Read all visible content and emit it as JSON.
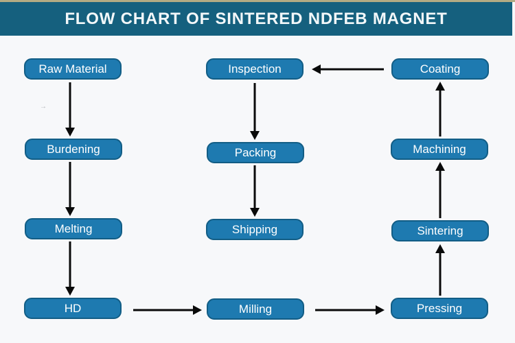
{
  "title": "FLOW CHART OF SINTERED NDFEB MAGNET",
  "colors": {
    "title_bar": "#15607e",
    "node_fill": "#1e7ab0",
    "node_border": "#125d85",
    "node_text": "#ffffff",
    "arrow": "#0a0a0a",
    "background": "#f7f8fa",
    "top_border": "#b3ab83"
  },
  "nodes": {
    "raw_material": "Raw Material",
    "burdening": "Burdening",
    "melting": "Melting",
    "hd": "HD",
    "milling": "Milling",
    "pressing": "Pressing",
    "sintering": "Sintering",
    "machining": "Machining",
    "coating": "Coating",
    "inspection": "Inspection",
    "packing": "Packing",
    "shipping": "Shipping"
  },
  "flow_order": [
    "Raw Material",
    "Burdening",
    "Melting",
    "HD",
    "Milling",
    "Pressing",
    "Sintering",
    "Machining",
    "Coating",
    "Inspection",
    "Packing",
    "Shipping"
  ],
  "stray_mark": "→"
}
